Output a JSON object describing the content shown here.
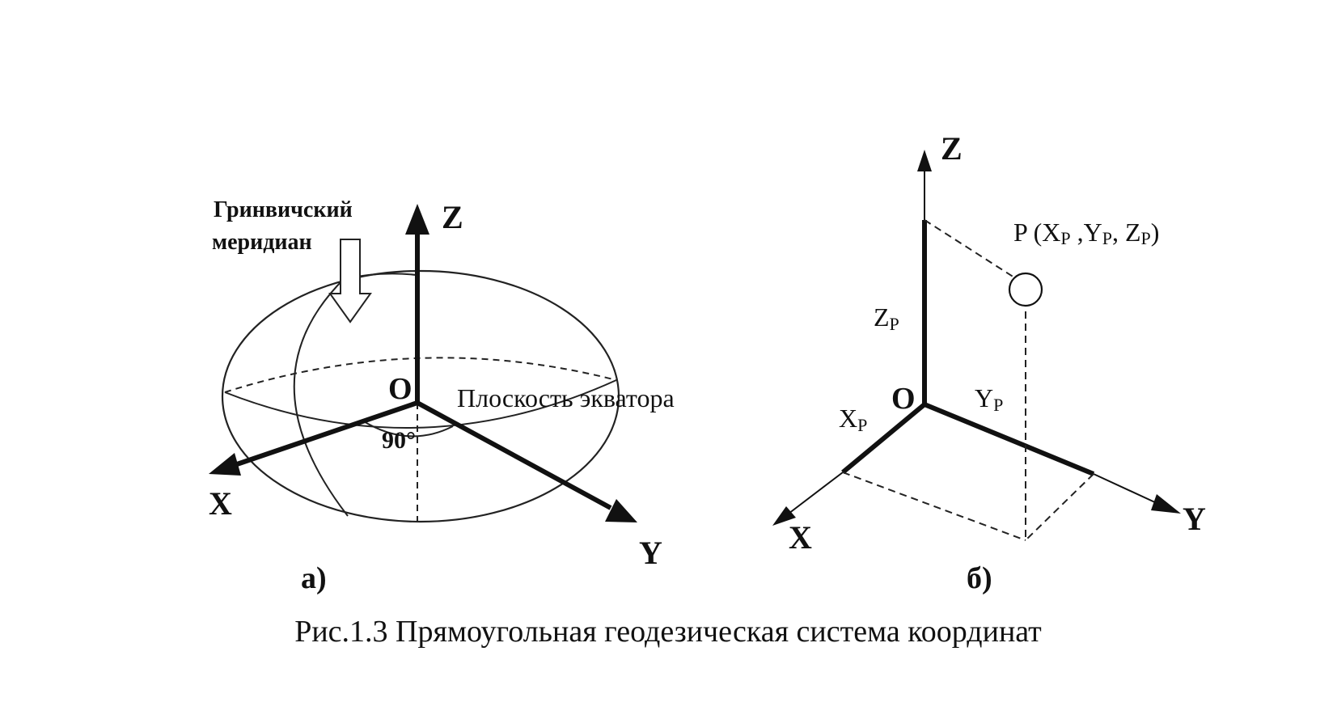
{
  "figure": {
    "caption": "Рис.1.3 Прямоугольная геодезическая система координат",
    "panel_a": {
      "label": "а)",
      "axis_z": "Z",
      "axis_x": "X",
      "axis_y": "Y",
      "origin": "O",
      "angle": "90°",
      "meridian_line1": "Гринвичский",
      "meridian_line2": "меридиан",
      "equator_plane": "Плоскость экватора"
    },
    "panel_b": {
      "label": "б)",
      "axis_z": "Z",
      "axis_x": "X",
      "axis_y": "Y",
      "origin": "O",
      "z_p_base": "Z",
      "x_p_base": "X",
      "y_p_base": "Y",
      "sub_p": "P",
      "point_prefix": "P (X",
      "point_sep1": " ,Y",
      "point_sep2": ", Z",
      "point_close": ")"
    }
  }
}
